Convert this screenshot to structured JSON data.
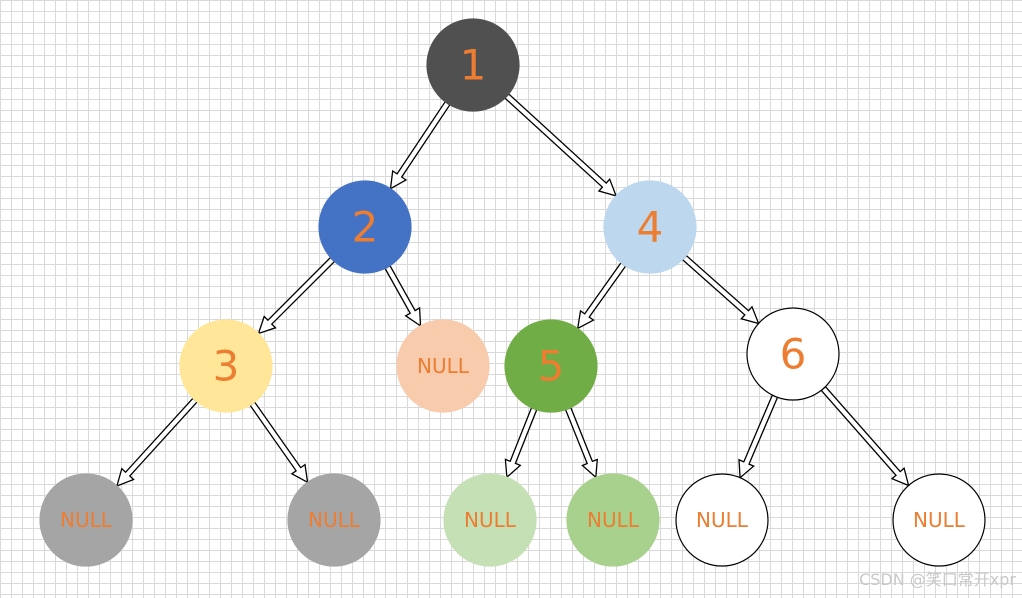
{
  "diagram": {
    "label_color": "#ED7D31",
    "nodes": [
      {
        "id": "n1",
        "label": "1",
        "fill": "#505050",
        "stroke": "#505050"
      },
      {
        "id": "n2",
        "label": "2",
        "fill": "#4472C4",
        "stroke": "#4472C4"
      },
      {
        "id": "n4",
        "label": "4",
        "fill": "#BDD7EE",
        "stroke": "#BDD7EE"
      },
      {
        "id": "n3",
        "label": "3",
        "fill": "#FFE699",
        "stroke": "#FFE699"
      },
      {
        "id": "null-a",
        "label": "NULL",
        "fill": "#F8CBAD",
        "stroke": "#F8CBAD"
      },
      {
        "id": "n5",
        "label": "5",
        "fill": "#70AD47",
        "stroke": "#70AD47"
      },
      {
        "id": "n6",
        "label": "6",
        "fill": "#FFFFFF",
        "stroke": "#000000"
      },
      {
        "id": "null-b",
        "label": "NULL",
        "fill": "#A5A5A5",
        "stroke": "#A5A5A5"
      },
      {
        "id": "null-c",
        "label": "NULL",
        "fill": "#A5A5A5",
        "stroke": "#A5A5A5"
      },
      {
        "id": "null-d",
        "label": "NULL",
        "fill": "#C5E0B4",
        "stroke": "#C5E0B4"
      },
      {
        "id": "null-e",
        "label": "NULL",
        "fill": "#A9D18E",
        "stroke": "#A9D18E"
      },
      {
        "id": "null-f",
        "label": "NULL",
        "fill": "#FFFFFF",
        "stroke": "#000000"
      },
      {
        "id": "null-g",
        "label": "NULL",
        "fill": "#FFFFFF",
        "stroke": "#000000"
      }
    ],
    "edges": [
      {
        "from": "n1",
        "to": "n2"
      },
      {
        "from": "n1",
        "to": "n4"
      },
      {
        "from": "n2",
        "to": "n3"
      },
      {
        "from": "n2",
        "to": "null-a"
      },
      {
        "from": "n4",
        "to": "n5"
      },
      {
        "from": "n4",
        "to": "n6"
      },
      {
        "from": "n3",
        "to": "null-b"
      },
      {
        "from": "n3",
        "to": "null-c"
      },
      {
        "from": "n5",
        "to": "null-d"
      },
      {
        "from": "n5",
        "to": "null-e"
      },
      {
        "from": "n6",
        "to": "null-f"
      },
      {
        "from": "n6",
        "to": "null-g"
      }
    ]
  },
  "watermark": "CSDN @笑口常开xpr"
}
